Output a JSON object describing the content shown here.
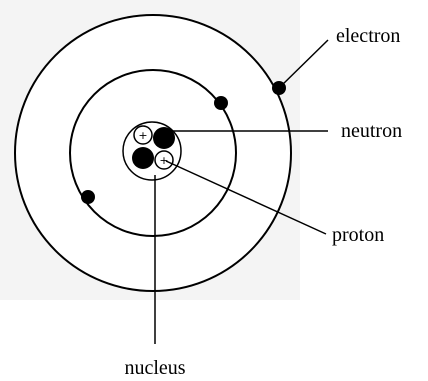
{
  "labels": {
    "electron": "electron",
    "neutron": "neutron",
    "proton": "proton",
    "nucleus": "nucleus"
  },
  "proton_symbol": "+",
  "colors": {
    "background": "#ffffff",
    "line": "#000000",
    "inner_backdrop": "#f2f2f2"
  }
}
